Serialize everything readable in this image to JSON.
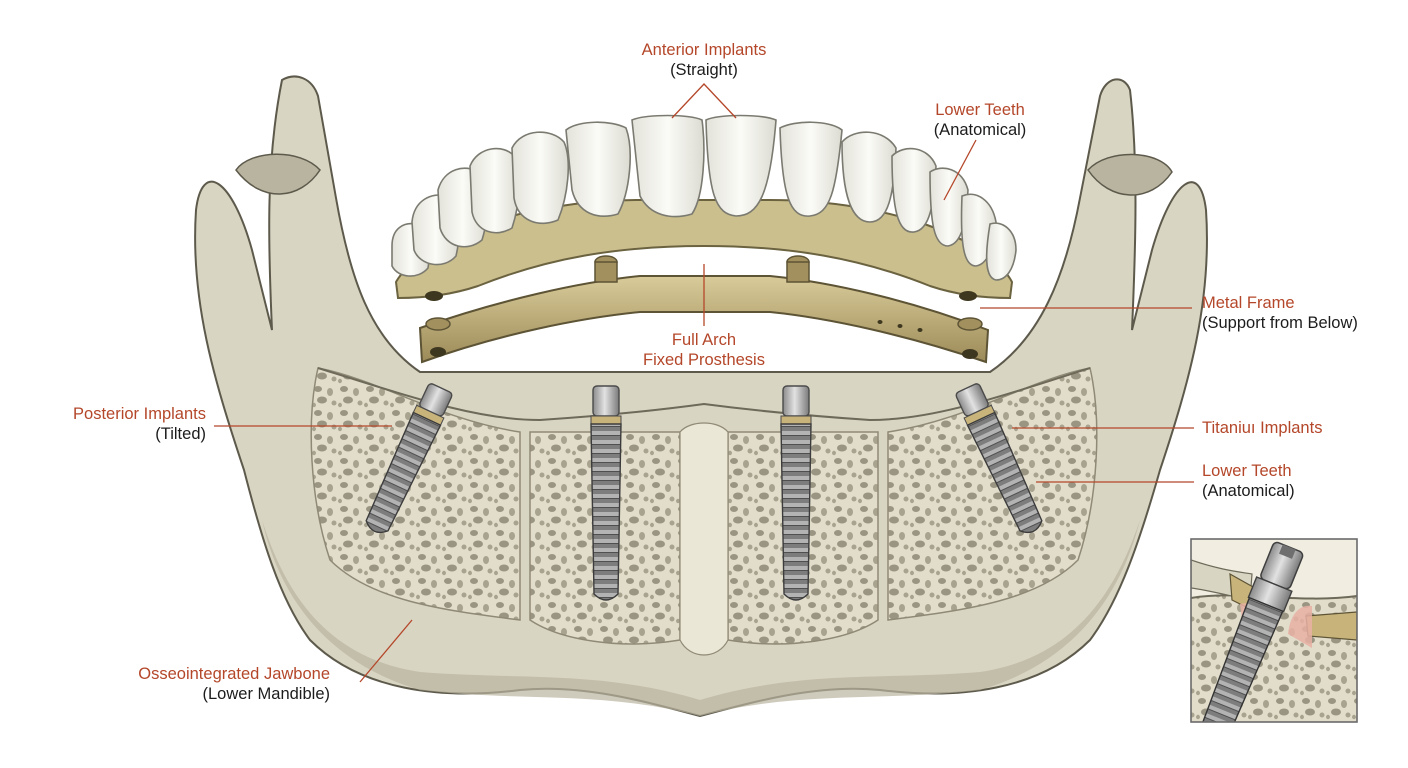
{
  "labels": {
    "anterior_implants": {
      "title": "Anterior Implants",
      "sub": "(Straight)"
    },
    "lower_teeth_top": {
      "title": "Lower Teeth",
      "sub": "(Anatomical)"
    },
    "metal_frame": {
      "title": "Metal Frame",
      "sub": "(Support from Below)"
    },
    "full_arch": {
      "line1": "Full Arch",
      "line2": "Fixed Prosthesis"
    },
    "posterior_implants": {
      "title": "Posterior Implants",
      "sub": "(Tilted)"
    },
    "titanium_implants": {
      "title": "Titaniuı Implants"
    },
    "lower_teeth_right": {
      "title": "Lower Teeth",
      "sub": "(Anatomical)"
    },
    "jawbone": {
      "title": "Osseointegrated Jawbone",
      "sub": "(Lower Mandible)"
    }
  },
  "colors": {
    "label_title": "#b4472a",
    "label_sub": "#1c1c1c",
    "bone": "#d9d5c3",
    "bone_shadow": "#b9b4a0",
    "bone_inner": "#ebe7d6",
    "teeth": "#f3f2ec",
    "gum": "#cbbf8e",
    "metal_frame": "#b6a575",
    "implant": "#8d8d8d",
    "gum_tissue": "#e8b0a4"
  },
  "icons": [
    "mandible-drawing",
    "prosthesis-teeth-drawing",
    "metal-frame-drawing",
    "implant-drawing",
    "inset-detail-drawing"
  ]
}
